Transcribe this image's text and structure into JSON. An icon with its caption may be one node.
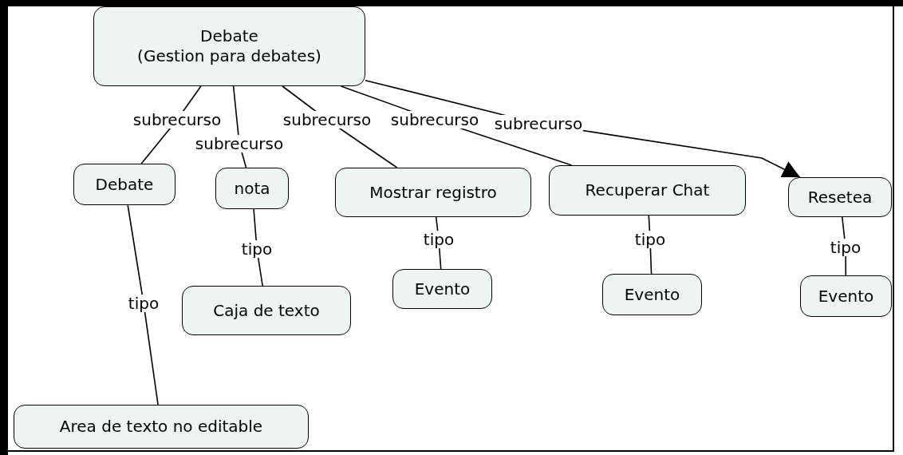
{
  "diagram": {
    "nodes": [
      {
        "text": [
          "Debate",
          "(Gestion para debates)"
        ]
      },
      {
        "text": [
          "Debate"
        ]
      },
      {
        "text": [
          "nota"
        ]
      },
      {
        "text": [
          "Mostrar registro"
        ]
      },
      {
        "text": [
          "Recuperar Chat"
        ]
      },
      {
        "text": [
          "Resetea"
        ]
      },
      {
        "text": [
          "Area de texto no editable"
        ]
      },
      {
        "text": [
          "Caja de texto"
        ]
      },
      {
        "text": [
          "Evento"
        ]
      },
      {
        "text": [
          "Evento"
        ]
      },
      {
        "text": [
          "Evento"
        ]
      }
    ],
    "edges": [
      {
        "from": 0,
        "to": 1,
        "arrow": "none",
        "label": "subrecurso"
      },
      {
        "from": 0,
        "to": 2,
        "arrow": "none",
        "label": "subrecurso"
      },
      {
        "from": 0,
        "to": 3,
        "arrow": "none",
        "label": "subrecurso"
      },
      {
        "from": 0,
        "to": 4,
        "arrow": "none",
        "label": "subrecurso"
      },
      {
        "from": 0,
        "to": 5,
        "arrow": "to",
        "label": "subrecurso"
      },
      {
        "from": 1,
        "to": 6,
        "arrow": "none",
        "label": "tipo"
      },
      {
        "from": 2,
        "to": 7,
        "arrow": "none",
        "label": "tipo"
      },
      {
        "from": 3,
        "to": 8,
        "arrow": "none",
        "label": "tipo"
      },
      {
        "from": 4,
        "to": 9,
        "arrow": "none",
        "label": "tipo"
      },
      {
        "from": 5,
        "to": 10,
        "arrow": "none",
        "label": "tipo"
      }
    ]
  }
}
